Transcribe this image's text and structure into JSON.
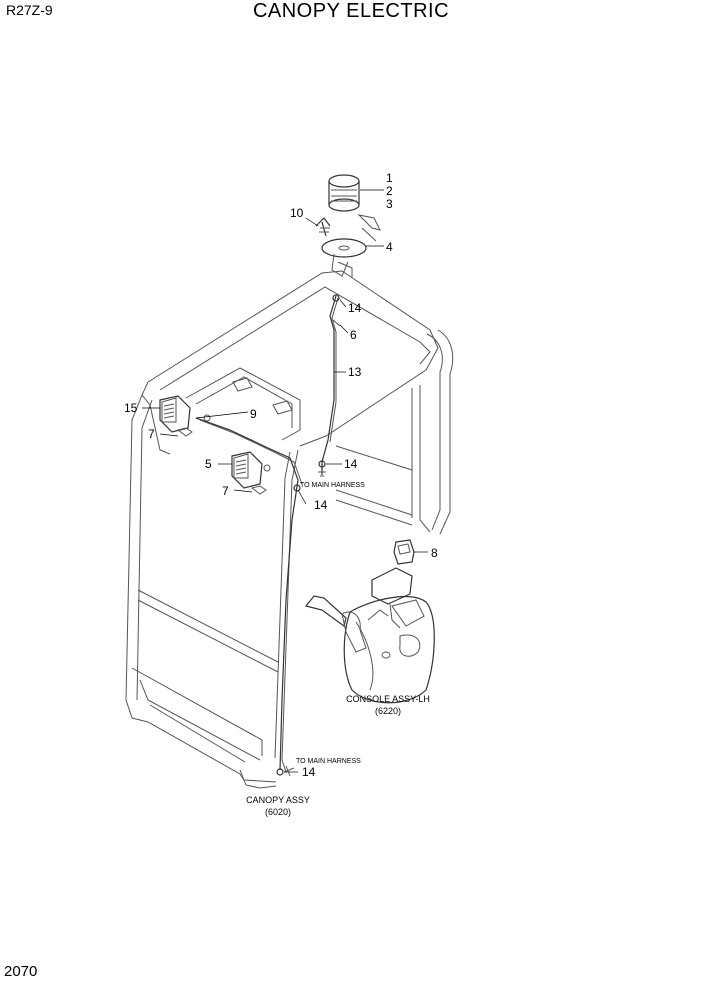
{
  "header": {
    "model": "R27Z-9",
    "title": "CANOPY ELECTRIC"
  },
  "footer": {
    "page_number": "2070"
  },
  "callouts": {
    "c1": "1",
    "c2": "2",
    "c3": "3",
    "c4": "4",
    "c5": "5",
    "c6": "6",
    "c7a": "7",
    "c7b": "7",
    "c8": "8",
    "c9": "9",
    "c10": "10",
    "c13": "13",
    "c14a": "14",
    "c14b": "14",
    "c14c": "14",
    "c14d": "14",
    "c15": "15"
  },
  "notes": {
    "to_main_harness_1": "TO MAIN HARNESS",
    "to_main_harness_2": "TO MAIN HARNESS"
  },
  "assemblies": {
    "console_name": "CONSOLE ASSY-LH",
    "console_code": "(6220)",
    "canopy_name": "CANOPY ASSY",
    "canopy_code": "(6020)"
  }
}
